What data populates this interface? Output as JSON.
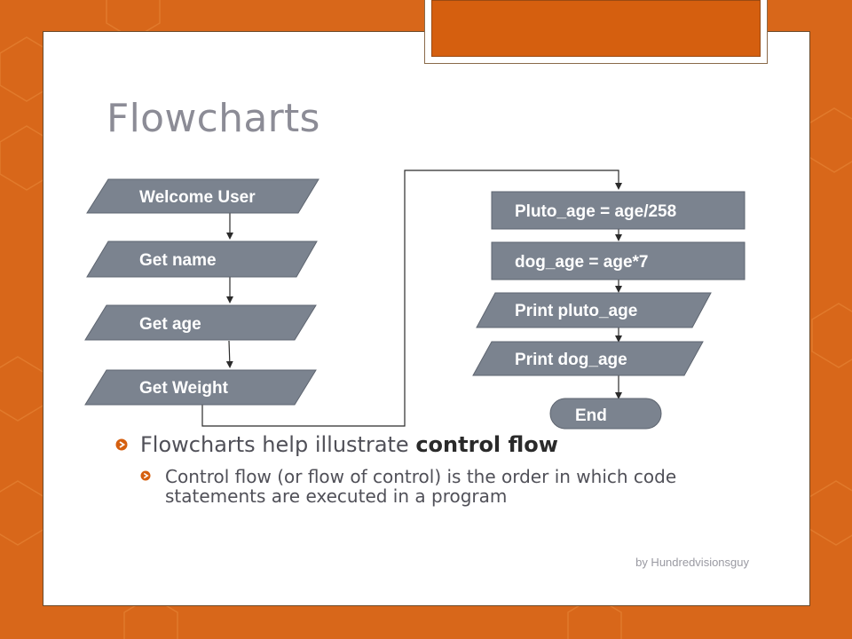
{
  "slide": {
    "title": "Flowcharts",
    "credit": "by Hundredvisionsguy",
    "colors": {
      "accent": "#d55f0f",
      "node_fill": "#7b838f",
      "node_text": "#ffffff",
      "title": "#8c8c96"
    }
  },
  "flowchart": {
    "nodes": {
      "welcome": "Welcome User",
      "get_name": "Get name",
      "get_age": "Get age",
      "get_weight": "Get Weight",
      "pluto_age": "Pluto_age = age/258",
      "dog_age": "dog_age = age*7",
      "print_pluto": "Print pluto_age",
      "print_dog": "Print dog_age",
      "end": "End"
    }
  },
  "bullets": {
    "main_prefix": "Flowcharts help illustrate ",
    "main_bold": "control flow",
    "sub": "Control flow (or flow of control) is the order in which code statements are executed in a program"
  }
}
